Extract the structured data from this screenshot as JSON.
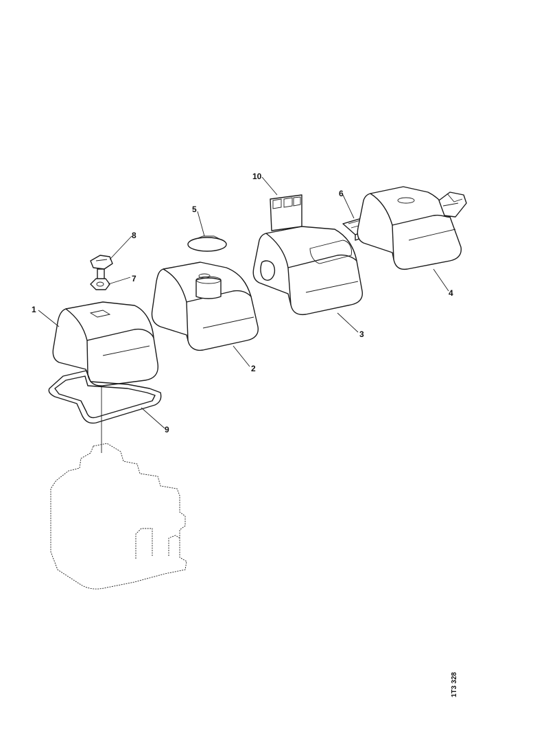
{
  "callouts": {
    "c1": "1",
    "c2": "2",
    "c3": "3",
    "c4": "4",
    "c5": "5",
    "c6": "6",
    "c7": "7",
    "c8": "8",
    "c9": "9",
    "c10": "10"
  },
  "figure_code": "1T3 328"
}
